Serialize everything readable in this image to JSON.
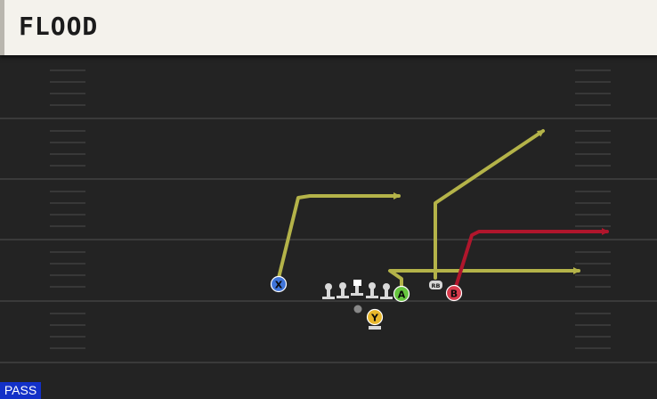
{
  "play": {
    "name": "FLOOD",
    "type": "PASS"
  },
  "players": {
    "x": "X",
    "a": "A",
    "b": "B",
    "y": "Y",
    "rb": "RB"
  },
  "colors": {
    "field": "#232323",
    "route_primary": "#b4b349",
    "route_hot": "#b0162c",
    "player_x": "#3f74d9",
    "player_a": "#66c53e",
    "player_b": "#d83a4c",
    "player_y": "#e8b72c",
    "lineman": "#d9d9d9",
    "badge": "#1331c8"
  }
}
